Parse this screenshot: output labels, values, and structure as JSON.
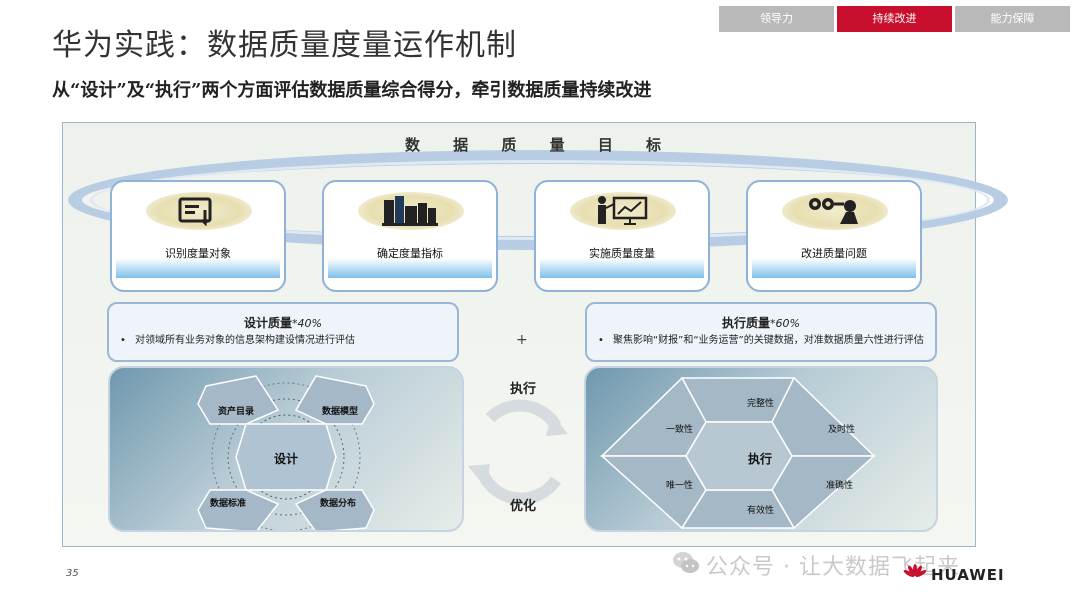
{
  "nav": {
    "tabs": [
      {
        "label": "领导力"
      },
      {
        "label": "持续改进"
      },
      {
        "label": "能力保障"
      }
    ]
  },
  "header": {
    "title": "华为实践：数据质量度量运作机制",
    "subtitle": "从“设计”及“执行”两个方面评估数据质量综合得分，牵引数据质量持续改进"
  },
  "diagram": {
    "goal": "数 据 质 量 目 标",
    "steps": [
      {
        "label": "识别度量对象",
        "icon": "tablet-arrow-icon"
      },
      {
        "label": "确定度量指标",
        "icon": "buildings-icon"
      },
      {
        "label": "实施质量度量",
        "icon": "presenter-chart-icon"
      },
      {
        "label": "改进质量问题",
        "icon": "binoculars-icon"
      }
    ],
    "design_box": {
      "heading": "设计质量",
      "weight": "*40%",
      "bullet": "对领域所有业务对象的信息架构建设情况进行评估"
    },
    "plus": "+",
    "exec_box": {
      "heading": "执行质量",
      "weight": "*60%",
      "bullet": "聚焦影响“财报”和“业务运营”的关键数据，对准数据质量六性进行评估"
    },
    "cycle": {
      "top": "执行",
      "bottom": "优化"
    },
    "design_panel": {
      "center": "设计",
      "items": [
        "资产目录",
        "数据模型",
        "数据标准",
        "数据分布"
      ]
    },
    "exec_panel": {
      "center": "执行",
      "items": [
        "完整性",
        "一致性",
        "及时性",
        "唯一性",
        "准确性",
        "有效性"
      ]
    }
  },
  "footer": {
    "page_number": "35",
    "watermark": "公众号 · 让大数据飞起来",
    "brand": "HUAWEI"
  },
  "colors": {
    "accent": "#c8102e",
    "tab_inactive": "#b9b9b9",
    "ring": "#b8cde3",
    "step_border": "#8fb2d6"
  }
}
